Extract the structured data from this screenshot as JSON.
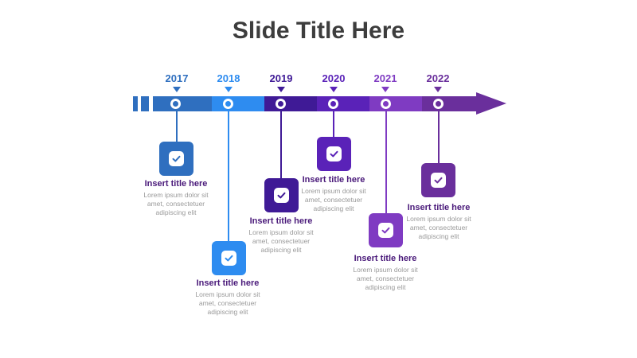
{
  "slide": {
    "title": "Slide Title Here"
  },
  "colors": {
    "c2017": "#2f6fbf",
    "c2018": "#2e8cf0",
    "c2019": "#3f1a96",
    "c2020": "#5a22b8",
    "c2021": "#7f3bc2",
    "c2022": "#6a2f9c",
    "title_text": "#3d3d3d",
    "caption_title": "#4a1a7a",
    "caption_body": "#9a9a9a"
  },
  "timeline": {
    "items": [
      {
        "year": "2017",
        "icon": "check-icon",
        "title": "Insert title here",
        "desc_line1": "Lorem ipsum dolor sit",
        "desc_line2": "amet, consectetuer",
        "desc_line3": "adipiscing elit"
      },
      {
        "year": "2018",
        "icon": "check-icon",
        "title": "Insert title here",
        "desc_line1": "Lorem ipsum dolor sit",
        "desc_line2": "amet, consectetuer",
        "desc_line3": "adipiscing elit"
      },
      {
        "year": "2019",
        "icon": "check-icon",
        "title": "Insert title here",
        "desc_line1": "Lorem ipsum dolor sit",
        "desc_line2": "amet, consectetuer",
        "desc_line3": "adipiscing elit"
      },
      {
        "year": "2020",
        "icon": "check-icon",
        "title": "Insert title here",
        "desc_line1": "Lorem ipsum dolor sit",
        "desc_line2": "amet, consectetuer",
        "desc_line3": "adipiscing elit"
      },
      {
        "year": "2021",
        "icon": "check-icon",
        "title": "Insert title here",
        "desc_line1": "Lorem ipsum dolor sit",
        "desc_line2": "amet, consectetuer",
        "desc_line3": "adipiscing elit"
      },
      {
        "year": "2022",
        "icon": "check-icon",
        "title": "Insert title here",
        "desc_line1": "Lorem ipsum dolor sit",
        "desc_line2": "amet, consectetuer",
        "desc_line3": "adipiscing elit"
      }
    ]
  }
}
